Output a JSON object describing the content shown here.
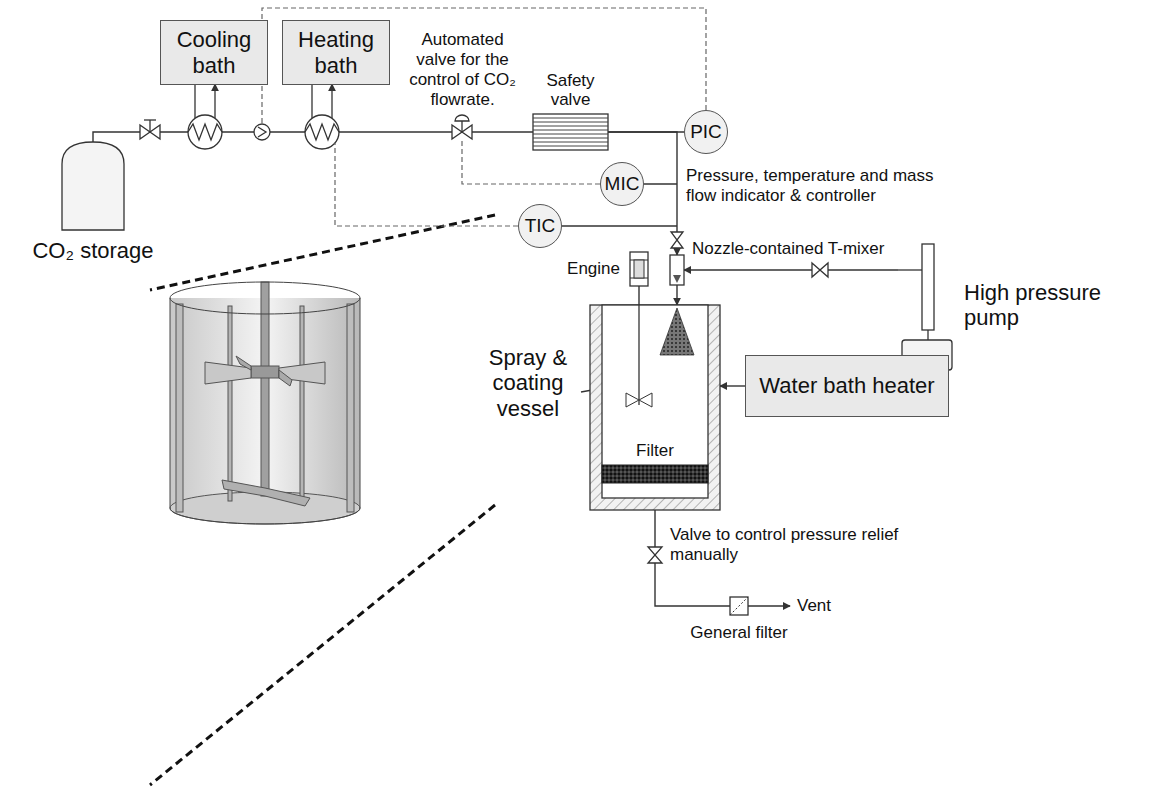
{
  "diagram": {
    "nodes": [
      {
        "text": [
          "CO₂ storage"
        ]
      },
      {
        "text": [
          "Cooling bath"
        ]
      },
      {
        "text": [
          "Heating bath"
        ]
      },
      {
        "text": [
          "Safety valve"
        ]
      },
      {
        "text": [
          "PIC"
        ]
      },
      {
        "text": [
          "MIC"
        ]
      },
      {
        "text": [
          "TIC"
        ]
      },
      {
        "text": [
          "Engine"
        ]
      },
      {
        "text": [
          "Nozzle-contained T-mixer"
        ]
      },
      {
        "text": [
          "High pressure pump"
        ]
      },
      {
        "text": [
          "Spray & coating vessel"
        ]
      },
      {
        "text": [
          "Filter"
        ],
        "in": 10
      },
      {
        "text": [
          "Water bath heater"
        ]
      },
      {
        "text": [
          "General filter"
        ]
      }
    ],
    "edges": [
      {
        "from": 0,
        "to": 3,
        "arrow": "none"
      },
      {
        "from": 3,
        "to": 4,
        "arrow": "none"
      },
      {
        "from": 3,
        "to": 8,
        "arrow": "to"
      },
      {
        "from": 9,
        "to": 8,
        "arrow": "to"
      },
      {
        "from": 8,
        "to": 10,
        "arrow": "to"
      },
      {
        "from": 7,
        "to": 10,
        "arrow": "none"
      },
      {
        "from": 12,
        "to": 10,
        "arrow": "to"
      },
      {
        "from": 10,
        "to": 13,
        "arrow": "none"
      }
    ],
    "labels": [
      "Automated valve for the control of CO₂ flowrate.",
      "Pressure, temperature and mass flow indicator & controller",
      "Valve to control pressure relief manually",
      "Vent"
    ]
  }
}
